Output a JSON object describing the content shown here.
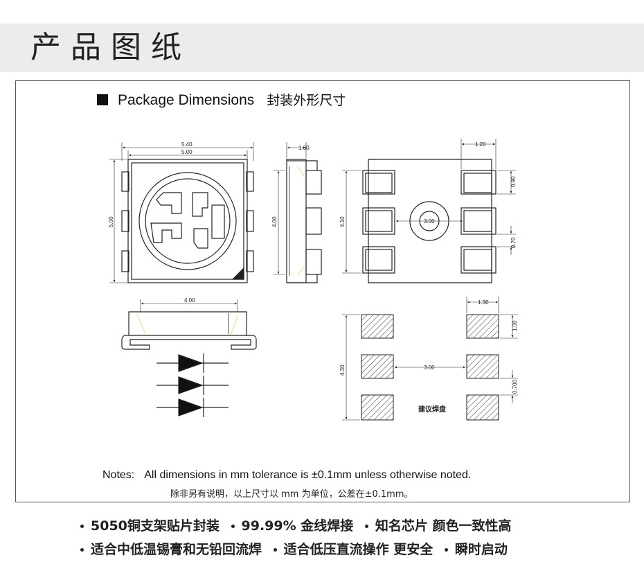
{
  "header": {
    "title": "产品图纸"
  },
  "package": {
    "title_en": "Package Dimensions",
    "title_zh": "封装外形尺寸"
  },
  "dimensions": {
    "top_outer_width": "5.40",
    "top_inner_width": "5.00",
    "top_height": "5.00",
    "side_width": "1.60",
    "side_height": "4.00",
    "bottom_pad_width": "1.20",
    "bottom_pad_height": "0.90",
    "bottom_center": "3.00",
    "bottom_height": "4.10",
    "bottom_gap": "0.70",
    "front_width": "4.00",
    "land_pad_width": "1.30",
    "land_pad_height": "1.00",
    "land_height": "4.30",
    "land_pitch": "3.00",
    "land_gap": "0.700",
    "land_label": "建议焊盘"
  },
  "notes": {
    "label": "Notes:",
    "text_en": "All dimensions in mm tolerance is ±0.1mm unless otherwise noted.",
    "text_zh": "除非另有说明，以上尺寸以 mm 为单位，公差在±0.1mm。"
  },
  "features": {
    "row1": [
      "5050铜支架贴片封装",
      "99.99% 金线焊接",
      "知名芯片 颜色一致性高"
    ],
    "row2": [
      "适合中低温锡膏和无铅回流焊",
      "适合低压直流操作 更安全",
      "瞬时启动"
    ]
  }
}
